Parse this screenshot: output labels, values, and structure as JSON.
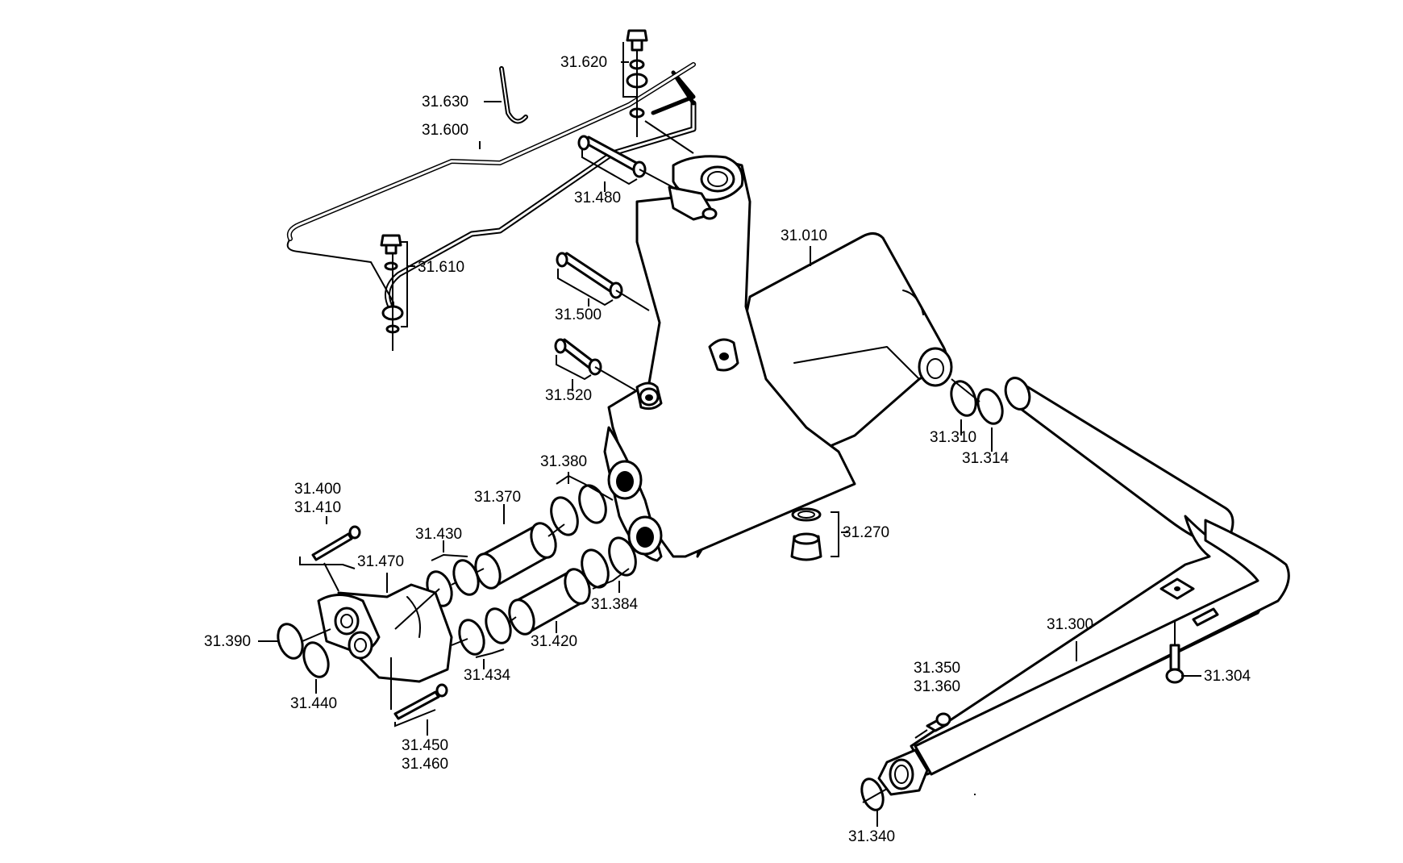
{
  "diagram": {
    "labels": {
      "p31_010": "31.010",
      "p31_270": "31.270",
      "p31_300": "31.300",
      "p31_304": "31.304",
      "p31_310": "31.310",
      "p31_314": "31.314",
      "p31_340": "31.340",
      "p31_350": "31.350",
      "p31_360": "31.360",
      "p31_370": "31.370",
      "p31_380": "31.380",
      "p31_384": "31.384",
      "p31_390": "31.390",
      "p31_400": "31.400",
      "p31_410": "31.410",
      "p31_420": "31.420",
      "p31_430": "31.430",
      "p31_434": "31.434",
      "p31_440": "31.440",
      "p31_450": "31.450",
      "p31_460": "31.460",
      "p31_470": "31.470",
      "p31_480": "31.480",
      "p31_500": "31.500",
      "p31_520": "31.520",
      "p31_600": "31.600",
      "p31_610": "31.610",
      "p31_620": "31.620",
      "p31_630": "31.630"
    }
  }
}
